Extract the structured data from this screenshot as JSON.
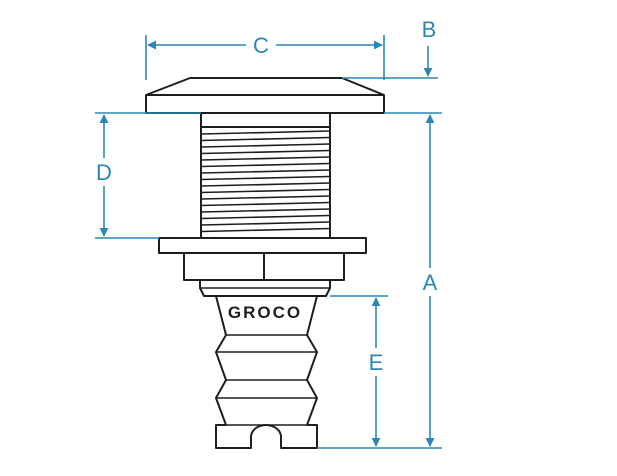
{
  "brand": "GROCO",
  "dimensions": {
    "a": "A",
    "b": "B",
    "c": "C",
    "d": "D",
    "e": "E"
  },
  "colors": {
    "dimension": "#2b85b5",
    "outline": "#1e1e1e",
    "fill": "#ffffff"
  }
}
